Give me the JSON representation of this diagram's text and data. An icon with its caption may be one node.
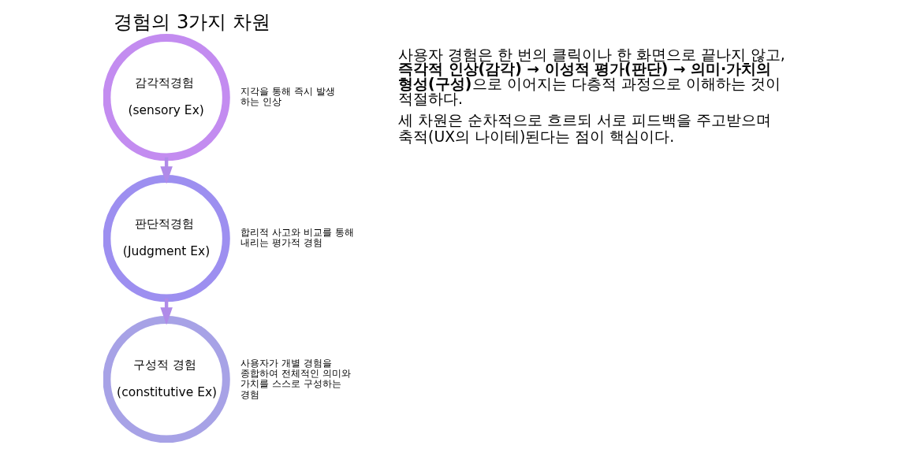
{
  "diagram": {
    "title": "경험의 3가지 차원",
    "nodes": [
      {
        "text": [
          "감각적경험",
          "(sensory Ex)"
        ],
        "beside": [
          "지각을 통해 즉시 발생 하는 인상"
        ]
      },
      {
        "text": [
          "판단적경험",
          "(Judgment Ex)"
        ],
        "beside": [
          "합리적 사고와 비교를 통해 내리는 평가적 경험"
        ]
      },
      {
        "text": [
          "구성적 경험",
          "(constitutive Ex)"
        ],
        "beside": [
          "사용자가 개별 경험을 종합하여 전체적인 의미와 가치를 스스로 구성하는 경험"
        ]
      }
    ],
    "edges": [
      {
        "from": 0,
        "to": 1,
        "arrow": "to"
      },
      {
        "from": 1,
        "to": 2,
        "arrow": "to"
      }
    ],
    "labels": [
      "사용자 경험은 한 번의 클릭이나 한 화면으로 끝나지 않고, **즉각적 인상(감각) → 이성적 평가(판단) → 의미·가치의 형성(구성)**으로 이어지는 다층적 과정으로 이해하는 것이 적절하다.",
      "세 차원은 순차적으로 흐르되 서로 피드백을 주고받으며 축적(UX의 나이테)된다는 점이 핵심이다."
    ]
  }
}
